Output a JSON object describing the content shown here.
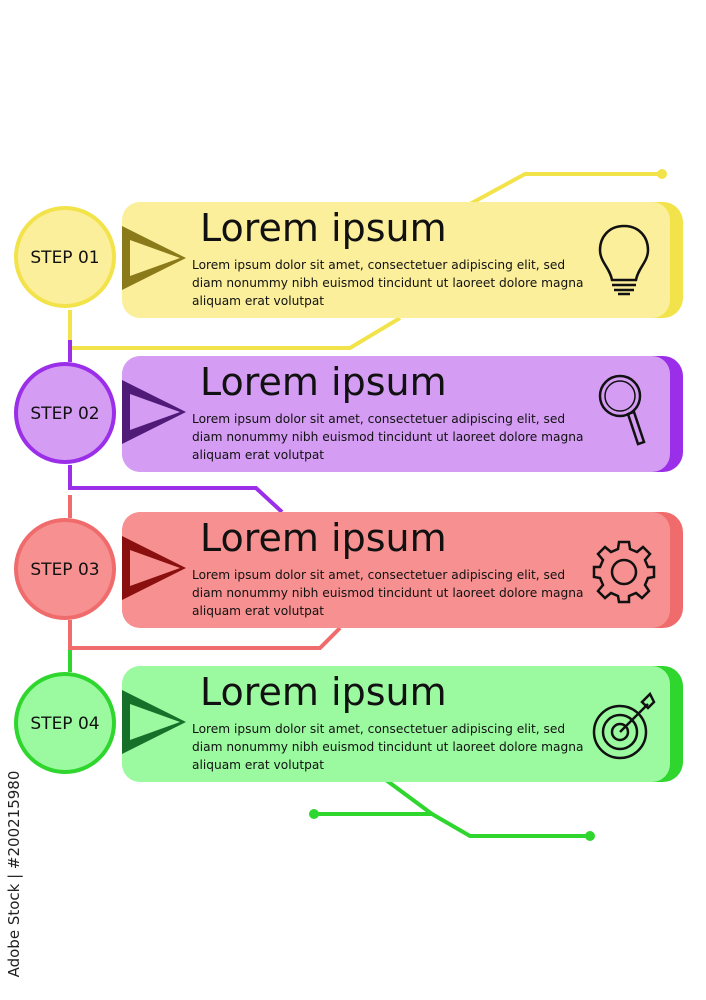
{
  "steps": [
    {
      "label": "STEP 01",
      "title": "Lorem ipsum",
      "body": "Lorem ipsum dolor sit amet, consectetuer adipiscing elit, sed diam nonummy nibh euismod tincidunt ut laoreet dolore magna aliquam erat volutpat",
      "icon": "lightbulb-icon",
      "color": "#fbef9b",
      "accent": "#f2e34b",
      "dark": "#8b7a1a"
    },
    {
      "label": "STEP 02",
      "title": "Lorem ipsum",
      "body": "Lorem ipsum dolor sit amet, consectetuer adipiscing elit, sed diam nonummy nibh euismod tincidunt ut laoreet dolore magna aliquam erat volutpat",
      "icon": "magnifier-icon",
      "color": "#d49cf3",
      "accent": "#9b2ee8",
      "dark": "#4f1a78"
    },
    {
      "label": "STEP 03",
      "title": "Lorem ipsum",
      "body": "Lorem ipsum dolor sit amet, consectetuer adipiscing elit, sed diam nonummy nibh euismod tincidunt ut laoreet dolore magna aliquam erat volutpat",
      "icon": "gear-icon",
      "color": "#f79090",
      "accent": "#f06b6b",
      "dark": "#8a1010"
    },
    {
      "label": "STEP 04",
      "title": "Lorem ipsum",
      "body": "Lorem ipsum dolor sit amet, consectetuer adipiscing elit, sed diam nonummy nibh euismod tincidunt ut laoreet dolore magna aliquam erat volutpat",
      "icon": "target-icon",
      "color": "#9bfaa0",
      "accent": "#2ed62e",
      "dark": "#16702a"
    }
  ],
  "watermark": "Adobe Stock | #200215980"
}
